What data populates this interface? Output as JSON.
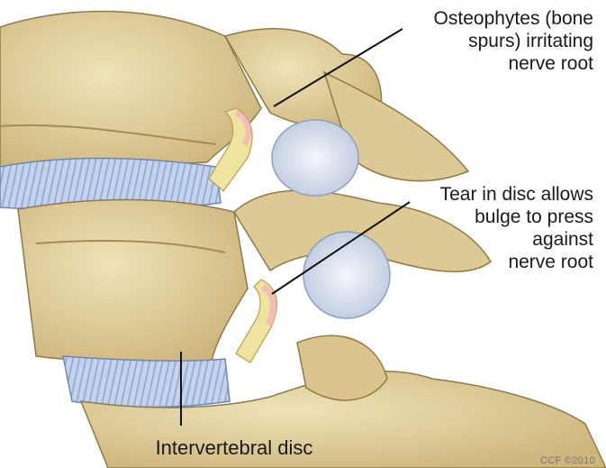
{
  "labels": {
    "osteophytes": [
      "Osteophytes (bone",
      "spurs) irritating",
      "nerve root"
    ],
    "tear": [
      "Tear in disc allows",
      "bulge to press",
      "against",
      "nerve root"
    ],
    "disc": "Intervertebral disc"
  },
  "credit": "CCF ©2010",
  "colors": {
    "bone": "#e6d7a6",
    "bone_shadow": "#b7a06a",
    "disc": "#b9c9e6",
    "disc_line": "#8ea6d2",
    "nerve": "#efe3a0",
    "nerve_pink": "#f2b8bd",
    "leader": "#111111"
  }
}
